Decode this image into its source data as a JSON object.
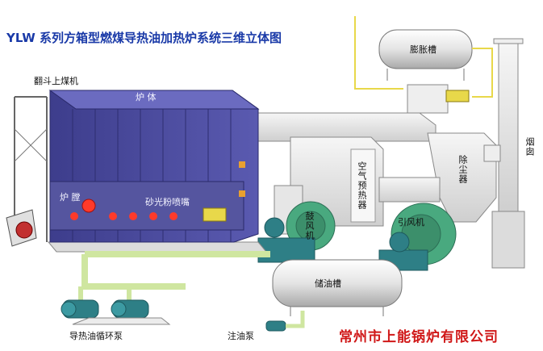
{
  "title": "YLW 系列方箱型燃煤导热油加热炉系统三维立体图",
  "company": "常州市上能锅炉有限公司",
  "labels": {
    "flip_bucket": "翻斗上煤机",
    "furnace_body": "炉 体",
    "furnace_chamber": "炉 膛",
    "sand_nozzle": "砂光粉喷嘴",
    "expansion_tank": "膨胀槽",
    "chimney": "烟囱",
    "dust_collector": "除尘器",
    "air_preheater": "空气预热器",
    "blower": "鼓风机",
    "induced_fan": "引风机",
    "oil_tank": "储油槽",
    "circulation_pump": "导热油循环泵",
    "oil_filling_pump": "注油泵"
  },
  "colors": {
    "furnace_blue": "#4a4a9e",
    "title_blue": "#1a3aa8",
    "company_red": "#d01818",
    "duct_gray": "#eaeaea",
    "pipe_green": "#cfe6a0",
    "fan_green": "#3fa07a",
    "motor_teal": "#2e7f86",
    "pipe_yellow": "#e8d84a"
  }
}
